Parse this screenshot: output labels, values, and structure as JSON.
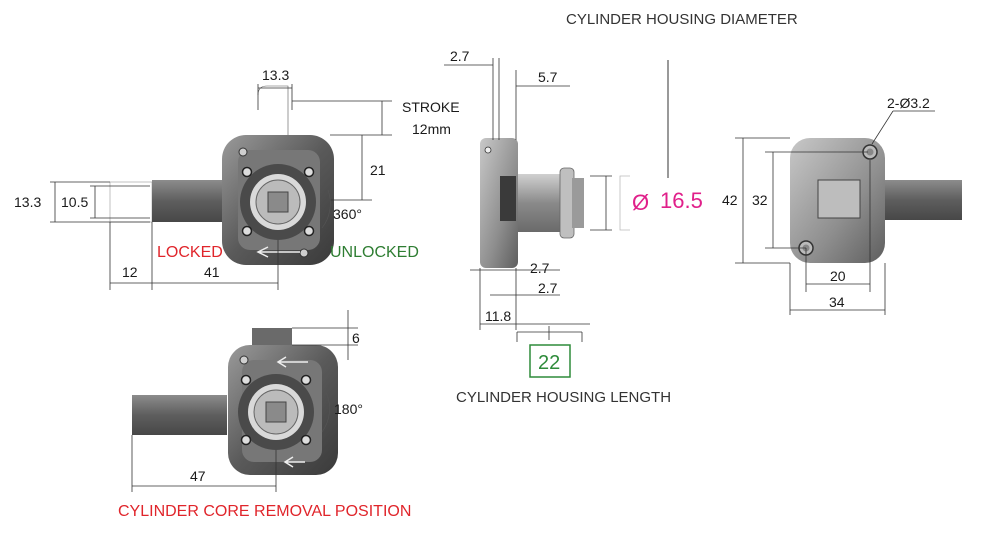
{
  "colors": {
    "locked": "#e0252b",
    "unlocked": "#2e7d32",
    "diameter_accent": "#e0208a",
    "length_accent": "#2e8b3a",
    "removal_caption": "#e0252b"
  },
  "captions": {
    "cylinder_housing_diameter": "CYLINDER HOUSING DIAMETER",
    "cylinder_housing_length": "CYLINDER HOUSING LENGTH",
    "cylinder_core_removal": "CYLINDER CORE REMOVAL POSITION",
    "locked": "LOCKED",
    "unlocked": "UNLOCKED",
    "stroke": "STROKE",
    "stroke_value": "12mm"
  },
  "front_view": {
    "dim_top": "13.3",
    "dim_left_outer": "13.3",
    "dim_left_inner": "10.5",
    "dim_right": "21",
    "dim_bottom_small": "12",
    "dim_bottom_long": "41",
    "rotation": "360°"
  },
  "removal_view": {
    "dim_top": "6",
    "dim_bottom": "47",
    "rotation": "180°"
  },
  "side_view": {
    "dim_top_a": "2.7",
    "dim_top_b": "5.7",
    "dim_bottom_a": "2.7",
    "dim_bottom_b": "2.7",
    "dim_bottom_c": "11.8",
    "diameter_symbol": "Ø",
    "diameter_value": "16.5",
    "length_value": "22"
  },
  "back_view": {
    "holes": "2-Ø3.2",
    "dim_height_outer": "42",
    "dim_height_inner": "32",
    "dim_width_inner": "20",
    "dim_width_outer": "34"
  }
}
